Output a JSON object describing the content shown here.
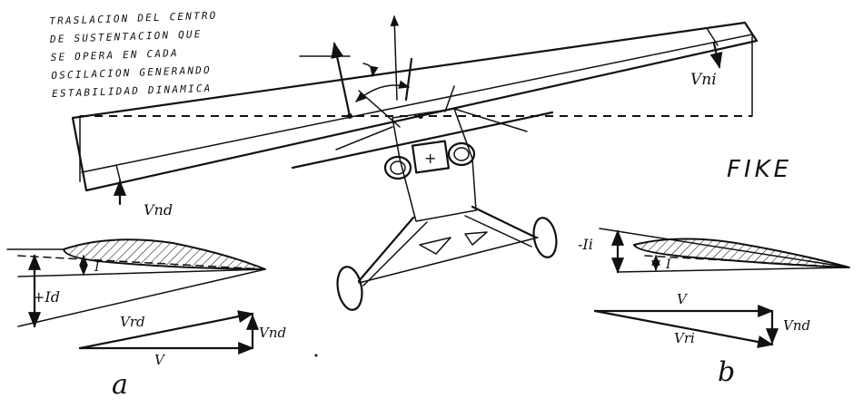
{
  "annotation": {
    "lines": [
      "TRASLACION DEL CENTRO",
      "DE SUSTENTACION QUE",
      "SE OPERA EN CADA",
      "OSCILACION GENERANDO",
      "ESTABILIDAD DINAMICA"
    ]
  },
  "labels": {
    "aircraft_name": "FIKE",
    "vni_wingtip": "Vni",
    "vnd_wingtip": "Vnd",
    "panel_a": {
      "caption": "a",
      "incidence": "+Id",
      "angle_small": "I",
      "vector_resultant": "Vrd",
      "vector_vertical": "Vnd",
      "vector_speed": "V"
    },
    "panel_b": {
      "caption": "b",
      "incidence": "-Ii",
      "angle_small": "I",
      "vector_speed": "V",
      "vector_vertical": "Vnd",
      "vector_resultant": "Vri"
    }
  },
  "colors": {
    "ink": "#111111",
    "paper": "#ffffff"
  }
}
